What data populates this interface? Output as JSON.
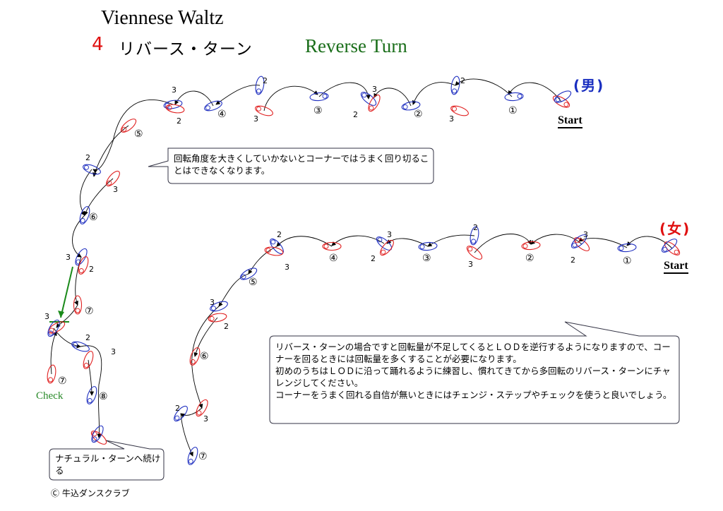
{
  "header": {
    "title": "Viennese Waltz",
    "figure_number": "4",
    "figure_name_jp": "リバース・ターン",
    "figure_name_en": "Reverse Turn"
  },
  "labels": {
    "man": "(男)",
    "woman": "(女)",
    "start": "Start",
    "check": "Check",
    "copyright": "Ⓒ 牛込ダンスクラブ"
  },
  "notes": {
    "corner": "回転角度を大きくしていかないとコーナーではうまく回り切ることはできなくなります。",
    "next": "ナチュラル・ターンへ続ける",
    "advice": "リバース・ターンの場合ですと回転量が不足してくるとＬＯＤを逆行するようになりますので、コーナーを回るときには回転量を多くすることが必要になります。\n初めのうちはＬＯＤに沿って踊れるように練習し、慣れてきてから多回転のリバース・ターンにチャレンジしてください。\nコーナーをうまく回れる自信が無いときにはチェンジ・ステップやチェックを使うと良いでしょう。"
  },
  "step_marks": {
    "man_steps": [
      "①",
      "②",
      "③",
      "④",
      "⑤",
      "⑥",
      "⑦",
      "⑦",
      "⑧"
    ],
    "woman_steps": [
      "①",
      "②",
      "③",
      "④",
      "⑤",
      "⑥",
      "⑦"
    ],
    "beats": [
      "2",
      "3"
    ]
  },
  "colors": {
    "red_foot": "#e02020",
    "blue_foot": "#2030c0",
    "green_accent": "#1a8a1a",
    "ink": "#000000"
  }
}
